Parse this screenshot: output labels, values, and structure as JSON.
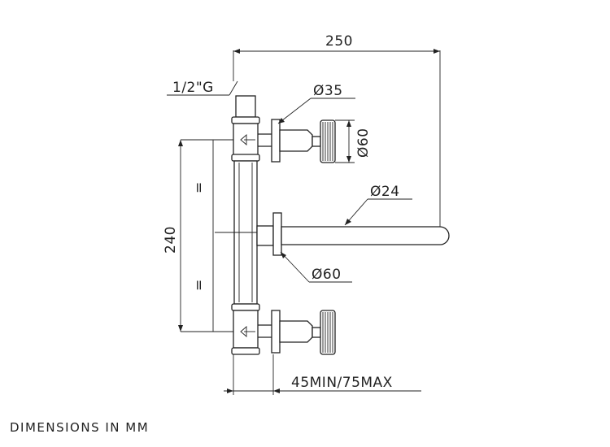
{
  "labels": {
    "width_250": "250",
    "thread": "1/2\"G",
    "dia_35": "Ø35",
    "dia_60_knob": "Ø60",
    "dia_24": "Ø24",
    "height_240": "240",
    "dia_60_flange": "Ø60",
    "depth": "45MIN/75MAX",
    "equal_mark": "="
  },
  "caption": "DIMENSIONS IN MM",
  "colors": {
    "line": "#222222",
    "background": "#ffffff"
  }
}
